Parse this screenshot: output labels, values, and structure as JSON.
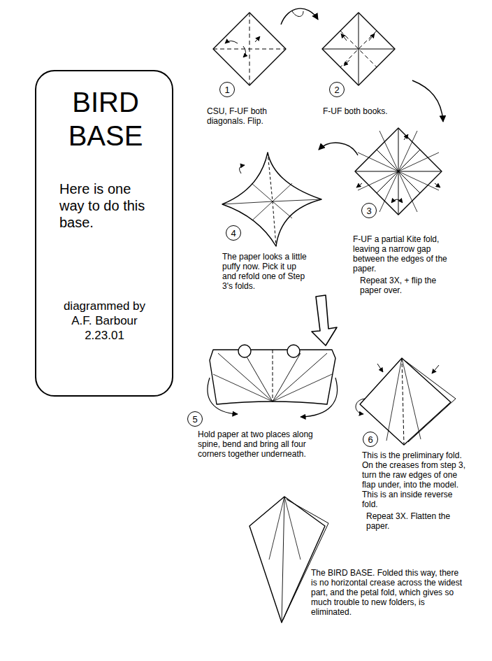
{
  "diagram": {
    "nodes": [
      {
        "text": [
          "BIRD BASE",
          "Here is one way to do this base.",
          "diagrammed by A.F. Barbour 2.23.01"
        ]
      },
      {
        "text": [
          "1"
        ]
      },
      {
        "text": [
          "2"
        ]
      },
      {
        "text": [
          "3"
        ]
      },
      {
        "text": [
          "4"
        ]
      },
      {
        "text": [
          "5"
        ]
      },
      {
        "text": [
          "6"
        ]
      }
    ],
    "labels": [
      "CSU, F-UF both diagonals. Flip.",
      "F-UF both books.",
      "F-UF a partial Kite fold, leaving a narrow gap between the edges of the paper.",
      "Repeat 3X, + flip the paper over.",
      "The paper looks a little puffy now. Pick it up and refold one of Step 3's folds.",
      "Hold paper at two places along spine, bend and bring all four corners together underneath.",
      "This is the preliminary fold. On the creases from step 3, turn the raw edges of one flap under, into the model. This is an inside reverse fold.",
      "Repeat 3X. Flatten the paper.",
      "The BIRD BASE. Folded this way, there is no horizontal crease across the widest part, and the petal fold, which gives so much trouble to new folders, is eliminated."
    ]
  }
}
